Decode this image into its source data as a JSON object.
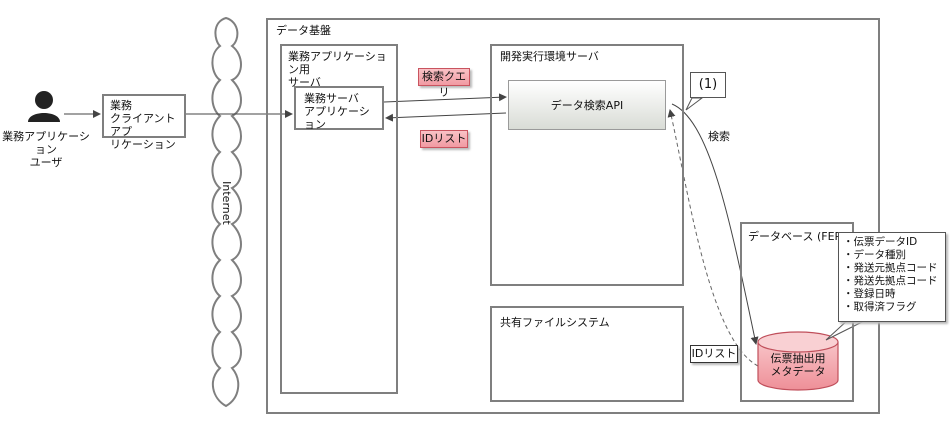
{
  "user": {
    "label": "業務アプリケーション\nユーザ"
  },
  "client": {
    "label": "業務\nクライアントアプ\nリケーション"
  },
  "internet": {
    "label": "Internet"
  },
  "platform": {
    "label": "データ基盤"
  },
  "app_server": {
    "label": "業務アプリケーション用\nサーバ"
  },
  "app": {
    "label": "業務サーバ\nアプリケーション"
  },
  "dev_server": {
    "label": "開発実行環境サーバ"
  },
  "api": {
    "label": "データ検索API"
  },
  "callout": {
    "label": "(1)"
  },
  "search_label": {
    "label": "検索"
  },
  "query_tag": {
    "label": "検索クエリ"
  },
  "idlist_tag": {
    "label": "IDリスト"
  },
  "idlist_tag2": {
    "label": "IDリスト"
  },
  "shared_fs": {
    "label": "共有ファイルシステム"
  },
  "database": {
    "label": "データベース (FEP)"
  },
  "cylinder": {
    "label": "伝票抽出用\nメタデータ"
  },
  "fields": {
    "items": [
      "・伝票データID",
      "・データ種別",
      "・発送元拠点コード",
      "・発送先拠点コード",
      "・登録日時",
      "・取得済フラグ"
    ]
  }
}
